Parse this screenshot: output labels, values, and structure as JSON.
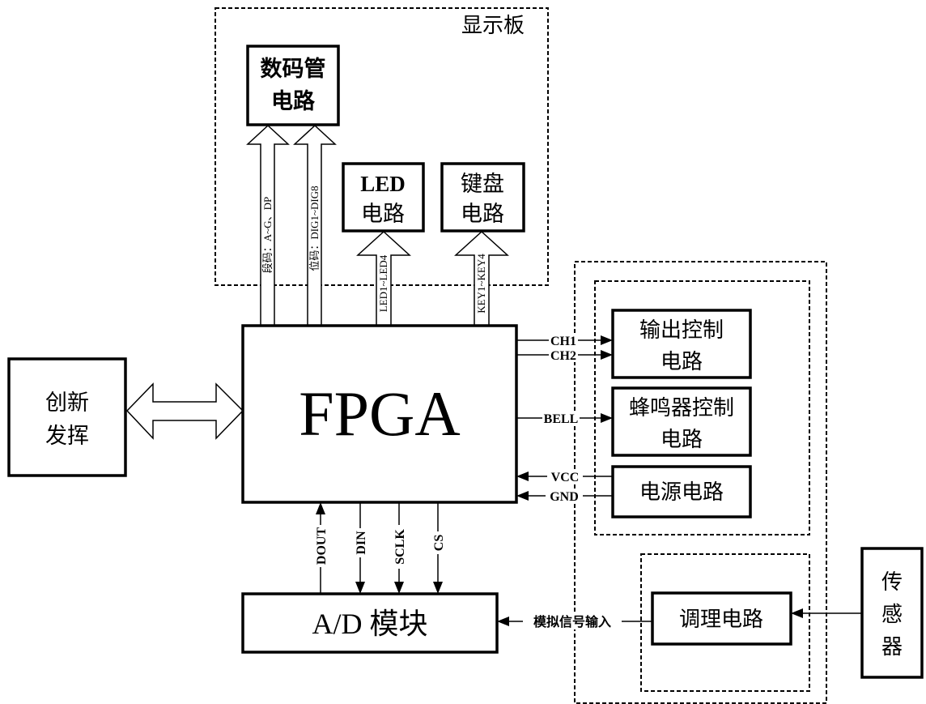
{
  "diagram": {
    "groups": {
      "display_board": {
        "label": "显示板"
      }
    },
    "blocks": {
      "seven_segment": {
        "line1": "数码管",
        "line2": "电路"
      },
      "led": {
        "line1": "LED",
        "line2": "电路"
      },
      "keyboard": {
        "line1": "键盘",
        "line2": "电路"
      },
      "fpga": {
        "label": "FPGA"
      },
      "innovation": {
        "line1": "创新",
        "line2": "发挥"
      },
      "output_control": {
        "line1": "输出控制",
        "line2": "电路"
      },
      "buzzer_control": {
        "line1": "蜂鸣器控制",
        "line2": "电路"
      },
      "power": {
        "label": "电源电路"
      },
      "ad_module": {
        "label": "A/D 模块"
      },
      "conditioning": {
        "label": "调理电路"
      },
      "sensor": {
        "line1": "传",
        "line2": "感",
        "line3": "器"
      }
    },
    "buses": {
      "segment": "段码：A~G、DP",
      "digit": "位码：DIG1~DIG8",
      "led": "LED1~LED4",
      "key": "KEY1~KEY4"
    },
    "signals": {
      "ch1": "CH1",
      "ch2": "CH2",
      "bell": "BELL",
      "vcc": "VCC",
      "gnd": "GND",
      "dout": "DOUT",
      "din": "DIN",
      "sclk": "SCLK",
      "cs": "CS",
      "analog_in": "模拟信号输入"
    }
  }
}
